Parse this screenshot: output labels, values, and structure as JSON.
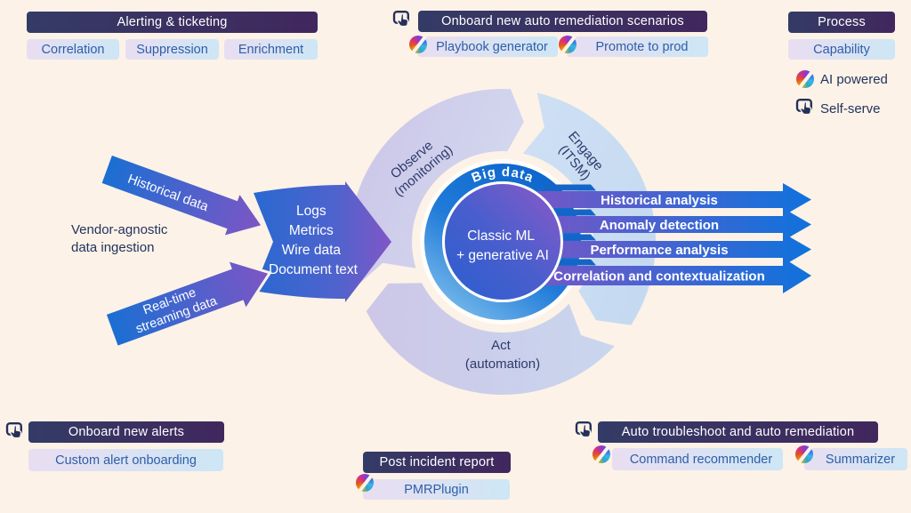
{
  "colors": {
    "background": "#fcf2e7",
    "header_gradient_left": "#343b66",
    "header_gradient_right": "#41275d",
    "capability_gradient_left": "#e9def1",
    "capability_gradient_right": "#cde6f5",
    "capability_text": "#2e5ea9",
    "navy_text": "#22335f",
    "arrow_blue": "#1a6fd3",
    "arrow_purple": "#7e55c5",
    "core_blue": "#2b5ece",
    "core_purple": "#8d59c8",
    "ring_blue": "#0d65cc"
  },
  "icons": {
    "copilot": "copilot-swirl-icon",
    "self_serve": "tap-hand-icon"
  },
  "top_left": {
    "header": "Alerting & ticketing",
    "items": [
      "Correlation",
      "Suppression",
      "Enrichment"
    ]
  },
  "top_center": {
    "header": "Onboard new auto remediation scenarios",
    "items": [
      "Playbook generator",
      "Promote to prod"
    ]
  },
  "legend": {
    "process": "Process",
    "capability": "Capability",
    "ai_powered": "AI powered",
    "self_serve": "Self-serve"
  },
  "ingestion": {
    "label_line1": "Vendor-agnostic",
    "label_line2": "data ingestion",
    "historical_arrow": "Historical data",
    "realtime_line1": "Real-time",
    "realtime_line2": "streaming data",
    "big_arrow_lines": [
      "Logs",
      "Metrics",
      "Wire data",
      "Document text"
    ]
  },
  "cycle": {
    "observe_line1": "Observe",
    "observe_line2": "(monitoring)",
    "engage_line1": "Engage",
    "engage_line2": "(ITSM)",
    "act_line1": "Act",
    "act_line2": "(automation)",
    "ring_label": "Big data",
    "core_line1": "Classic ML",
    "core_line2": "+ generative AI"
  },
  "outputs": [
    "Historical analysis",
    "Anomaly detection",
    "Performance analysis",
    "Correlation and contextualization"
  ],
  "bottom_left": {
    "header": "Onboard new alerts",
    "items": [
      "Custom alert onboarding"
    ]
  },
  "bottom_center": {
    "header": "Post incident report",
    "items": [
      "PMRPlugin"
    ]
  },
  "bottom_right": {
    "header": "Auto troubleshoot and auto remediation",
    "items": [
      "Command recommender",
      "Summarizer"
    ]
  }
}
